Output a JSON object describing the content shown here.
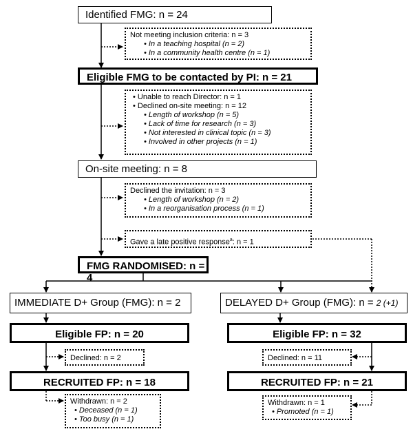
{
  "identified": "Identified FMG: n = 24",
  "exclusion": {
    "title": "Not meeting inclusion criteria: n = 3",
    "items": [
      "In a teaching hospital (n = 2)",
      "In a community health centre (n = 1)"
    ]
  },
  "eligible_fmg": "Eligible FMG to be contacted by PI: n = 21",
  "unable": {
    "line1": "Unable to reach Director: n = 1",
    "line2": "Declined on-site meeting: n = 12",
    "items": [
      "Length of workshop (n = 5)",
      "Lack of time for research (n = 3)",
      "Not interested in clinical topic (n = 3)",
      "Involved in other projects (n = 1)"
    ]
  },
  "onsite": "On-site meeting: n = 8",
  "declined_inv": {
    "title": "Declined the invitation: n = 3",
    "items": [
      "Length of workshop (n = 2)",
      "In a reorganisation process (n = 1)"
    ]
  },
  "late": {
    "text": "Gave a late positive response",
    "sup": "a",
    "tail": ": n = 1"
  },
  "randomised": "FMG RANDOMISED: n = 4",
  "immediate": {
    "group": "IMMEDIATE D+ Group (FMG): n = 2",
    "eligible": "Eligible FP: n = 20",
    "declined": "Declined: n = 2",
    "recruited": "RECRUITED FP: n = 18",
    "withdrawn": "Withdrawn: n = 2",
    "withdrawn_items": [
      "Deceased (n = 1)",
      "Too busy (n = 1)"
    ]
  },
  "delayed": {
    "group": "DELAYED D+ Group (FMG): n = ",
    "group_tail": "2 (+1)",
    "eligible": "Eligible FP: n = 32",
    "declined": "Declined: n = 11",
    "recruited": "RECRUITED FP: n = 21",
    "withdrawn": "Withdrawn: n = 1",
    "withdrawn_items": [
      "Promoted (n = 1)"
    ]
  }
}
